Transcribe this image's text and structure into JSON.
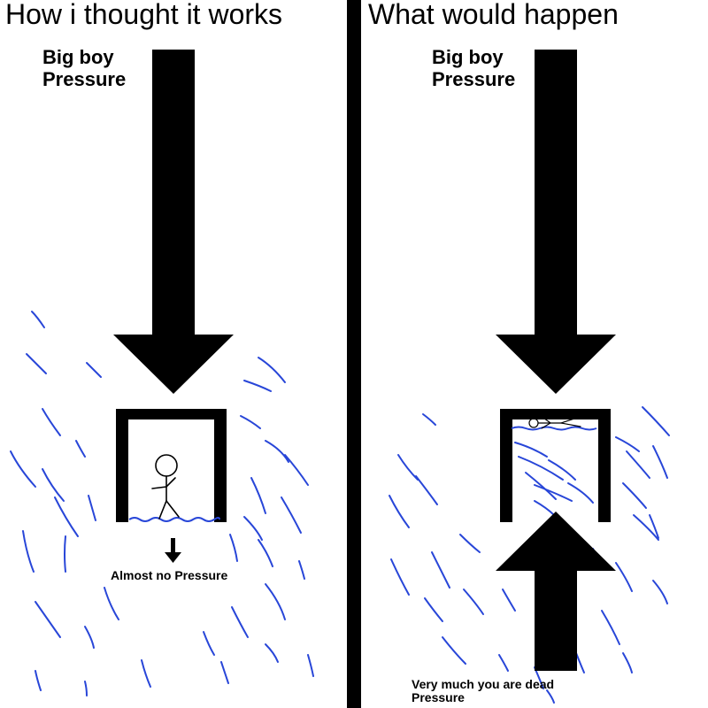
{
  "panels": {
    "left": {
      "title": "How i thought it works",
      "big_label": "Big boy\nPressure",
      "small_label": "Almost no Pressure"
    },
    "right": {
      "title": "What would happen",
      "big_label": "Big boy\nPressure",
      "small_label": "Very much you are dead\nPressure"
    }
  },
  "colors": {
    "ink": "#000000",
    "water": "#2846d8",
    "background": "#ffffff"
  }
}
